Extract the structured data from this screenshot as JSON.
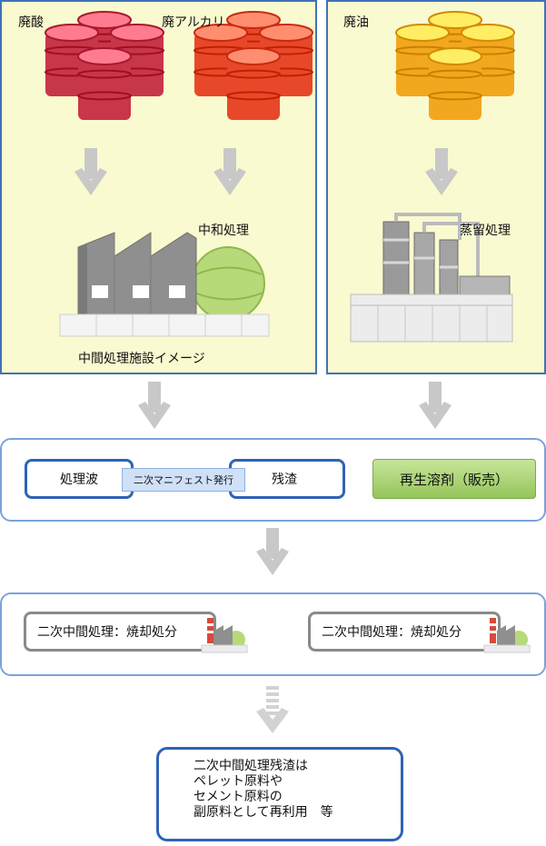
{
  "top": {
    "left_panel": {
      "waste_acid_label": "廃酸",
      "waste_alkali_label": "廃アルカリ",
      "process_label": "中和処理",
      "facility_caption": "中間処理施設イメージ"
    },
    "right_panel": {
      "waste_oil_label": "廃油",
      "process_label": "蒸留処理"
    }
  },
  "stage1": {
    "left_box_label": "処理波",
    "manifest_label": "二次マニフェスト発行",
    "right_box_label": "残渣",
    "recycled_button_label": "再生溶剤（販売）"
  },
  "stage2": {
    "left_box_label": "二次中間処理：焼却処分",
    "right_box_label": "二次中間処理：焼却処分"
  },
  "final": {
    "lines": [
      "二次中間処理残渣は",
      "ペレット原料や",
      "セメント原料の",
      "副原料として再利用　等"
    ]
  },
  "colors": {
    "panel_bg": "#fafad0",
    "panel_border": "#3f72b8",
    "acid_drum": "#c8364a",
    "alkali_drum": "#e8482a",
    "oil_drum": "#f2a81e",
    "arrow": "#c8c8c8",
    "button_green": "#a6d16c"
  }
}
